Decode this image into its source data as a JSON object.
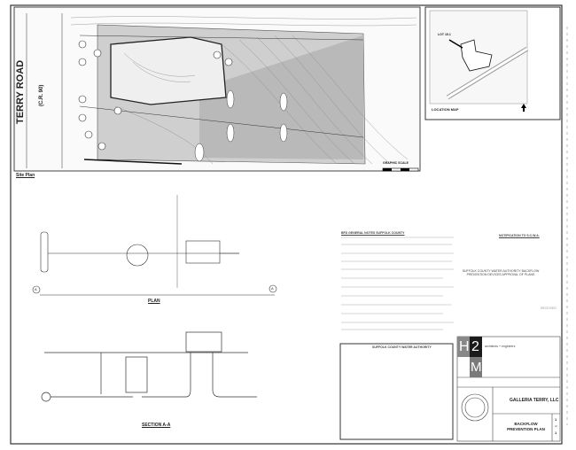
{
  "site_plan": {
    "road_name": "TERRY ROAD",
    "road_route": "(C.R. 90)",
    "title": "Site Plan",
    "graphic_scale": "GRAPHIC SCALE"
  },
  "location_map": {
    "title": "LOCATION MAP",
    "lot_label": "LOT 15.1"
  },
  "plan": {
    "title": "PLAN",
    "section_marker": "A"
  },
  "section": {
    "title": "SECTION A-A"
  },
  "notes": {
    "general_title": "BFD GENERAL NOTES SUFFOLK COUNTY",
    "notification_title": "NOTIFICATION TO S.C.W.A.",
    "approval_title": "SUFFOLK COUNTY WATER AUTHORITY BACKFLOW PREVENTION DEVICES APPROVAL OF PLANS",
    "received_stamp": "RECEIVED"
  },
  "authority_box": {
    "title": "SUFFOLK COUNTY WATER AUTHORITY"
  },
  "title_block": {
    "logo_h": "H",
    "logo_2": "2",
    "logo_m": "M",
    "firm_tagline": "architects + engineers",
    "client": "GALLERIA TERRY, LLC",
    "drawing_title": "BACKFLOW PREVENTION PLAN",
    "sheet_number": "1",
    "sheet_of": "of",
    "sheet_total": "1"
  }
}
